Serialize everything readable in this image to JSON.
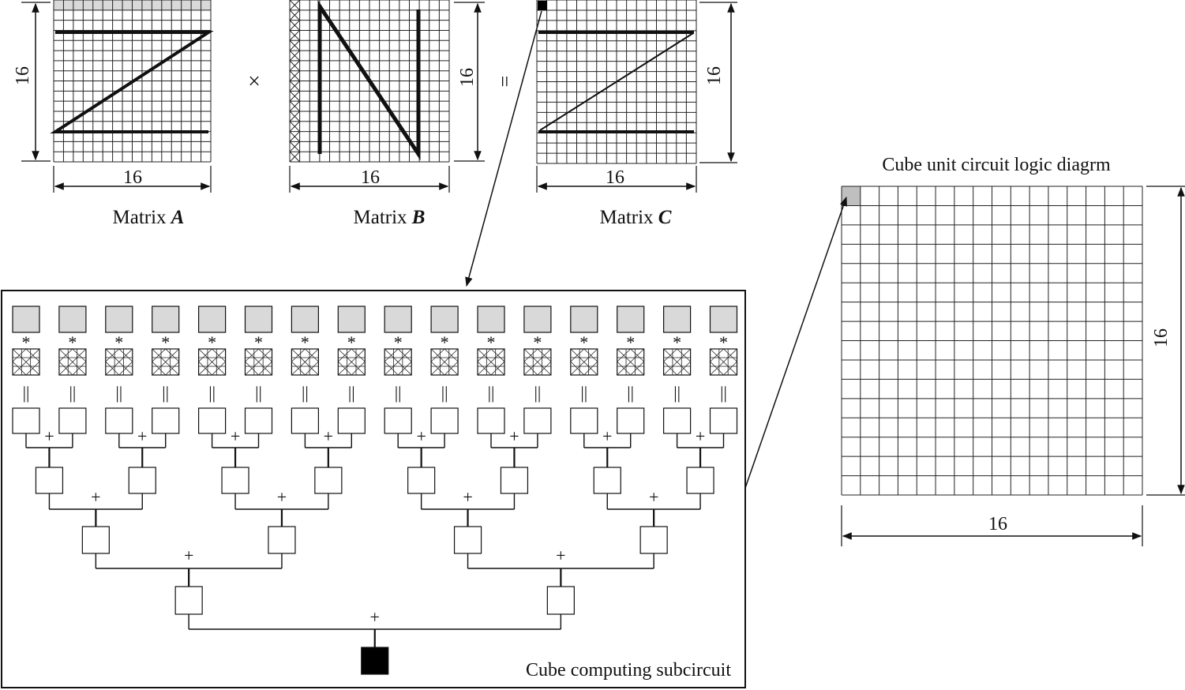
{
  "matrices": [
    {
      "id": "A",
      "prefix": "Matrix ",
      "letter": "A",
      "width_label": "16",
      "height_label": "16"
    },
    {
      "id": "B",
      "prefix": "Matrix ",
      "letter": "B",
      "width_label": "16",
      "height_label": "16"
    },
    {
      "id": "C",
      "prefix": "Matrix ",
      "letter": "C",
      "width_label": "16",
      "height_label": "16"
    }
  ],
  "operators": {
    "multiply": "×",
    "equals": "="
  },
  "grid_size": 16,
  "subcircuit": {
    "title": "Cube computing subcircuit",
    "multiply_symbol": "*",
    "equal_symbol": "||",
    "add_symbol": "+",
    "input_count": 16
  },
  "cube_unit": {
    "title": "Cube unit circuit logic diagrm",
    "width_label": "16",
    "height_label": "16"
  },
  "colors": {
    "line": "#111111",
    "grid": "#222222",
    "highlight": "#d9d9d9",
    "output": "#000000"
  }
}
